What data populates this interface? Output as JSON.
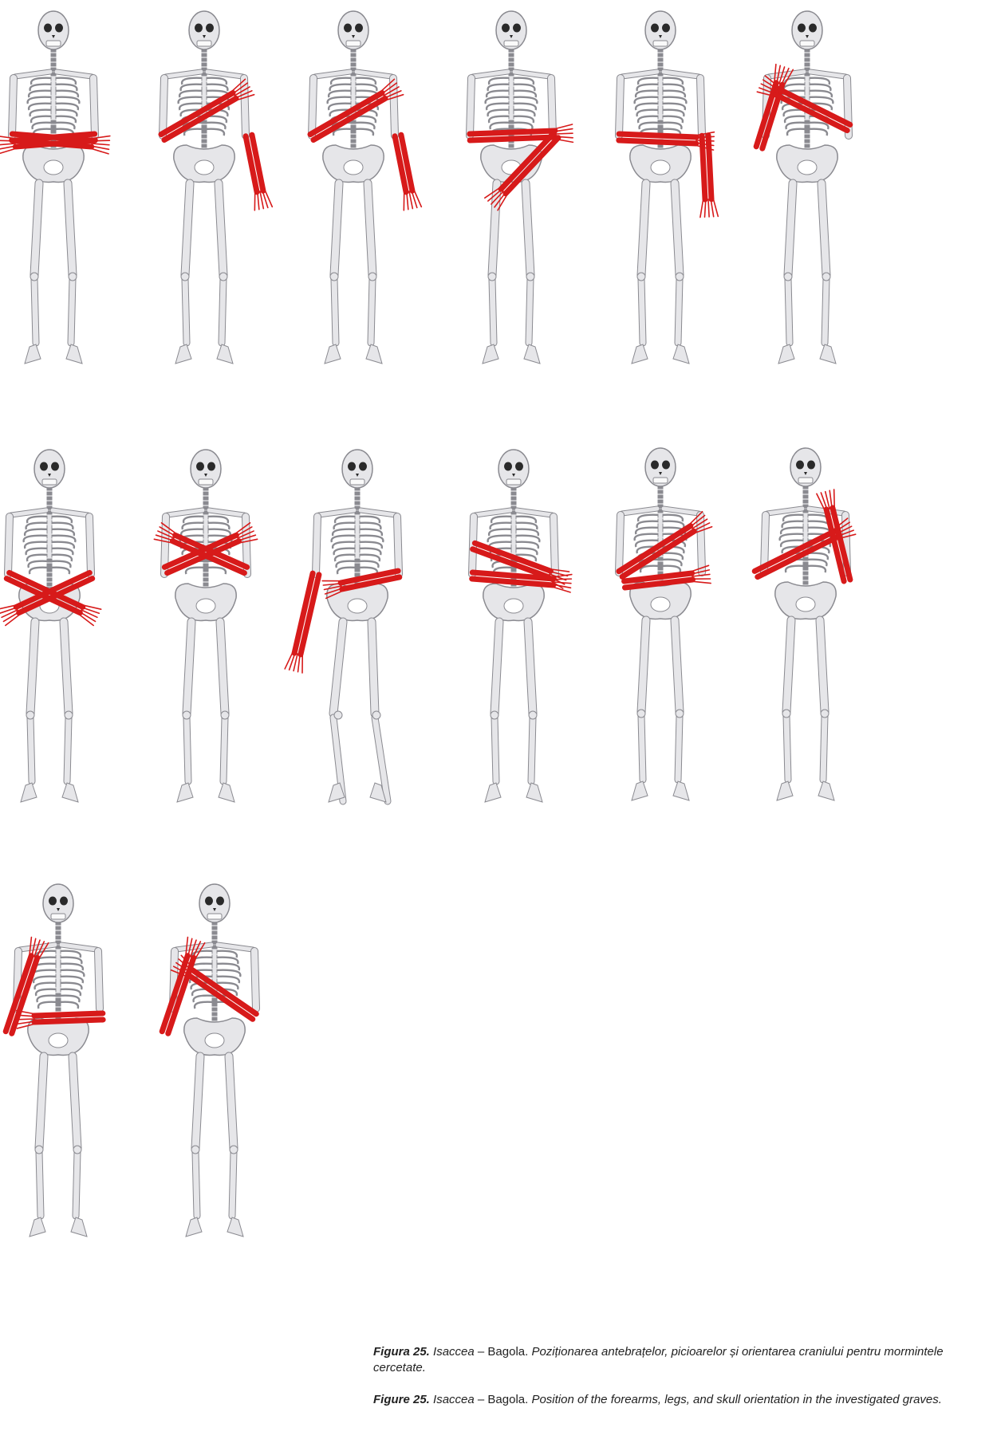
{
  "figure": {
    "panels": [
      {
        "id": 1,
        "arms": "both-across-pelvis-crossed",
        "legs": "straight"
      },
      {
        "id": 2,
        "arms": "right-across-chest-left-down",
        "legs": "straight"
      },
      {
        "id": 3,
        "arms": "right-across-chest-left-down",
        "legs": "straight"
      },
      {
        "id": 4,
        "arms": "right-across-abdomen-left-to-pelvis",
        "legs": "straight"
      },
      {
        "id": 5,
        "arms": "right-across-abdomen-left-down",
        "legs": "straight"
      },
      {
        "id": 6,
        "arms": "both-to-right-shoulder",
        "legs": "straight"
      },
      {
        "id": 7,
        "arms": "crossed-on-pelvis",
        "legs": "straight"
      },
      {
        "id": 8,
        "arms": "crossed-on-chest",
        "legs": "straight"
      },
      {
        "id": 9,
        "arms": "right-down-left-across-abdomen",
        "legs": "bent"
      },
      {
        "id": 10,
        "arms": "both-across-abdomen",
        "legs": "straight"
      },
      {
        "id": 11,
        "arms": "both-across-abdomen-chest",
        "legs": "straight"
      },
      {
        "id": 12,
        "arms": "right-across-abdomen-left-to-shoulder",
        "legs": "straight"
      },
      {
        "id": 13,
        "arms": "right-to-shoulder-left-across-abdomen",
        "legs": "straight"
      },
      {
        "id": 14,
        "arms": "right-to-shoulder-left-across-chest",
        "legs": "straight"
      }
    ],
    "colors": {
      "bone_fill": "#e6e6e9",
      "bone_stroke": "#8a8a90",
      "forearm_highlight": "#d71a1a",
      "skull_eye": "#2a2a2a"
    }
  },
  "caption_ro": {
    "label": "Figura 25.",
    "site": "Isaccea",
    "dash": " – ",
    "place": "Bagola.",
    "text": " Poziționarea antebrațelor, picioarelor și orientarea craniului pentru mormintele cercetate."
  },
  "caption_en": {
    "label": "Figure 25.",
    "site": "Isaccea",
    "dash": " – ",
    "place": "Bagola.",
    "text": " Position of the forearms, legs, and skull orientation in the investigated graves."
  }
}
